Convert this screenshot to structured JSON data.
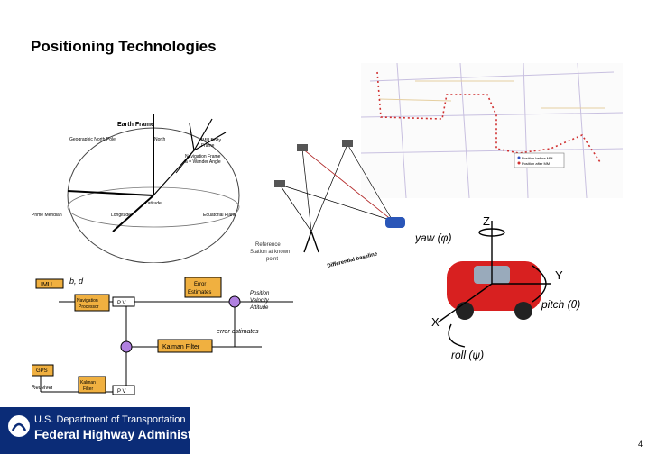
{
  "slide": {
    "title": "Positioning Technologies",
    "page_number": "4"
  },
  "earth_frame": {
    "title": "Earth Frame",
    "labels": {
      "geographic_north_pole": "Geographic North Pole",
      "north": "North",
      "imu_body_frame_1": "IMU Body",
      "imu_body_frame_2": "Frame",
      "navigation_frame": "Navigation Frame",
      "wander_angle": "a = Wander Angle",
      "latitude": "Latitude",
      "longitude": "Longitude",
      "prime_meridian": "Prime Meridian",
      "equatorial_plane": "Equatorial Plane"
    }
  },
  "gps_diagram": {
    "reference_station_1": "Reference",
    "reference_station_2": "Station at known",
    "reference_station_3": "point",
    "differential_baseline": "Differential baseline"
  },
  "map": {
    "legend_1": "Position before MM",
    "legend_2": "Position after MM"
  },
  "block_diagram": {
    "imu": "IMU",
    "bd": "b, d",
    "nav_processor_1": "Navigation",
    "nav_processor_2": "Processor",
    "pv_top": "P V",
    "error_estimates_1": "Error",
    "error_estimates_2": "Estimates",
    "position_1": "Position",
    "position_2": "Velocity",
    "position_3": "Attitude",
    "error_estimates_label": "error estimates",
    "kalman_filter": "Kalman Filter",
    "gps_receiver_1": "GPS",
    "gps_receiver_2": "Receiver",
    "kalman_filter_small_1": "Kalman",
    "kalman_filter_small_2": "Filter",
    "pv_bottom": "P V"
  },
  "vehicle_axes": {
    "z": "Z",
    "y": "Y",
    "x": "X",
    "yaw": "yaw (φ)",
    "pitch": "pitch (θ)",
    "roll": "roll (ψ)"
  },
  "footer": {
    "line1": "U.S. Department of Transportation",
    "line2": "Federal Highway Administration"
  }
}
